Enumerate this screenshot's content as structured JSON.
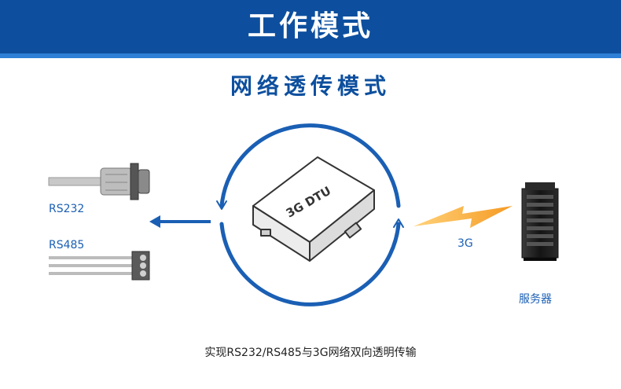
{
  "banner": {
    "title": "工作模式"
  },
  "mode_title": "网络透传模式",
  "device": {
    "label": "3G DTU"
  },
  "ports": {
    "rs232": "RS232",
    "rs485": "RS485"
  },
  "link": {
    "label": "3G"
  },
  "server": {
    "label": "服务器"
  },
  "caption": "实现RS232/RS485与3G网络双向透明传输",
  "colors": {
    "banner": "#0d4f9e",
    "accent": "#1a5fb4",
    "lightning": "#f59a23"
  }
}
